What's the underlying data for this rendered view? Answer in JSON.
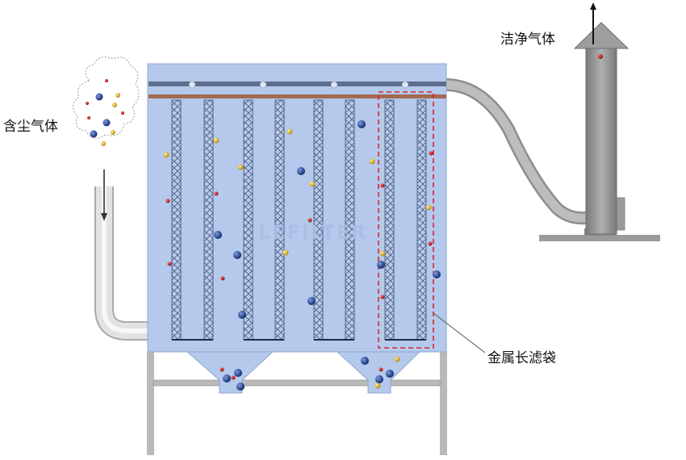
{
  "labels": {
    "dusty_gas": "含尘气体",
    "clean_gas": "洁净气体",
    "metal_filter_bag": "金属长滤袋"
  },
  "watermark": "LEFILTER",
  "colors": {
    "housing": "#b4c9ec",
    "housing_border": "#8ea6cc",
    "tube_sheet": "#a46a55",
    "blowpipe": "#5e6e8e",
    "filter_bag_lines": "#3c4c78",
    "highlight_box": "#d9262a",
    "duct_gray": "#c8c8c8",
    "stack_gray": "#8e8e8e",
    "large_particle": "#1f3c8e",
    "medium_particle": "#c8a020",
    "small_particle": "#b01818"
  },
  "icons": {
    "dust_cloud": "cloud-icon",
    "inlet_arrow": "arrow-down-icon",
    "outlet_arrow": "arrow-up-icon"
  }
}
